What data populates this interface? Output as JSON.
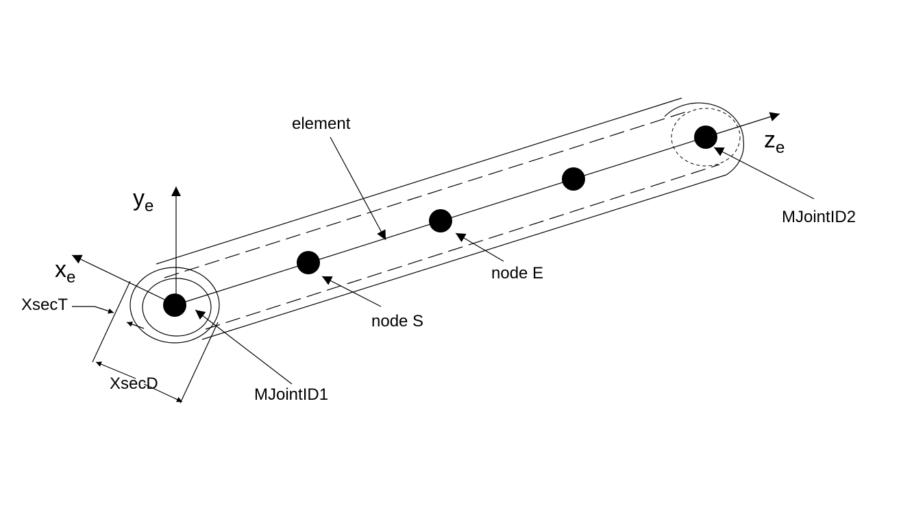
{
  "labels": {
    "element": "element",
    "node_s": "node S",
    "node_e": "node E",
    "mjoint1": "MJointID1",
    "mjoint2": "MJointID2",
    "xsect": "XsecT",
    "xsecd": "XsecD"
  },
  "axes": {
    "x": {
      "base": "x",
      "sub": "e"
    },
    "y": {
      "base": "y",
      "sub": "e"
    },
    "z": {
      "base": "z",
      "sub": "e"
    }
  }
}
